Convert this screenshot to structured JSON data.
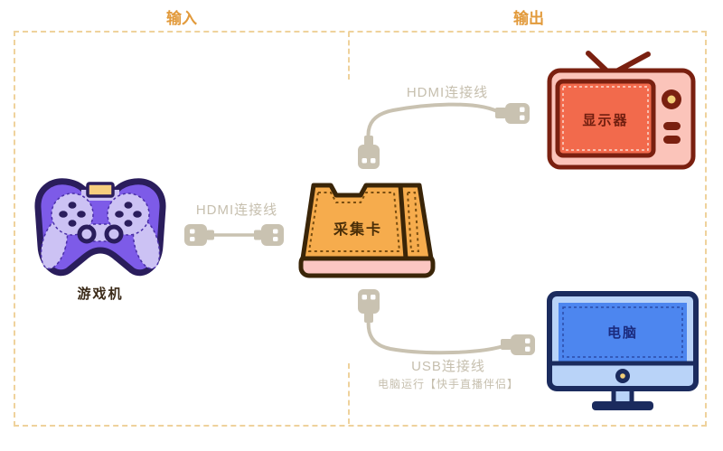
{
  "sections": {
    "input": {
      "label": "输入"
    },
    "output": {
      "label": "输出"
    }
  },
  "devices": {
    "console": {
      "label": "游戏机"
    },
    "capture_card": {
      "label": "采集卡"
    },
    "display": {
      "label": "显示器"
    },
    "computer": {
      "label": "电脑"
    }
  },
  "cables": {
    "hdmi_in": {
      "label": "HDMI连接线"
    },
    "hdmi_out": {
      "label": "HDMI连接线"
    },
    "usb": {
      "label": "USB连接线",
      "note": "电脑运行【快手直播伴侣】"
    }
  },
  "colors": {
    "accent_orange": "#e29a3b",
    "dashed_border": "#efd29c",
    "cable_gray": "#c9c2b1",
    "console_purple": "#7d5be8",
    "console_light": "#ccc2f4",
    "console_outline": "#2a1d5c",
    "capture_orange": "#f6ac4d",
    "capture_pink": "#fbc6c2",
    "capture_outline": "#3a2508",
    "tv_body_pink": "#fbc4ba",
    "tv_screen_red": "#f26a4c",
    "tv_outline": "#7a2010",
    "pc_body_blue": "#b9d3f8",
    "pc_screen_blue": "#4d86ef",
    "pc_outline": "#1b2b5e",
    "knob_yellow": "#f2ce78"
  }
}
